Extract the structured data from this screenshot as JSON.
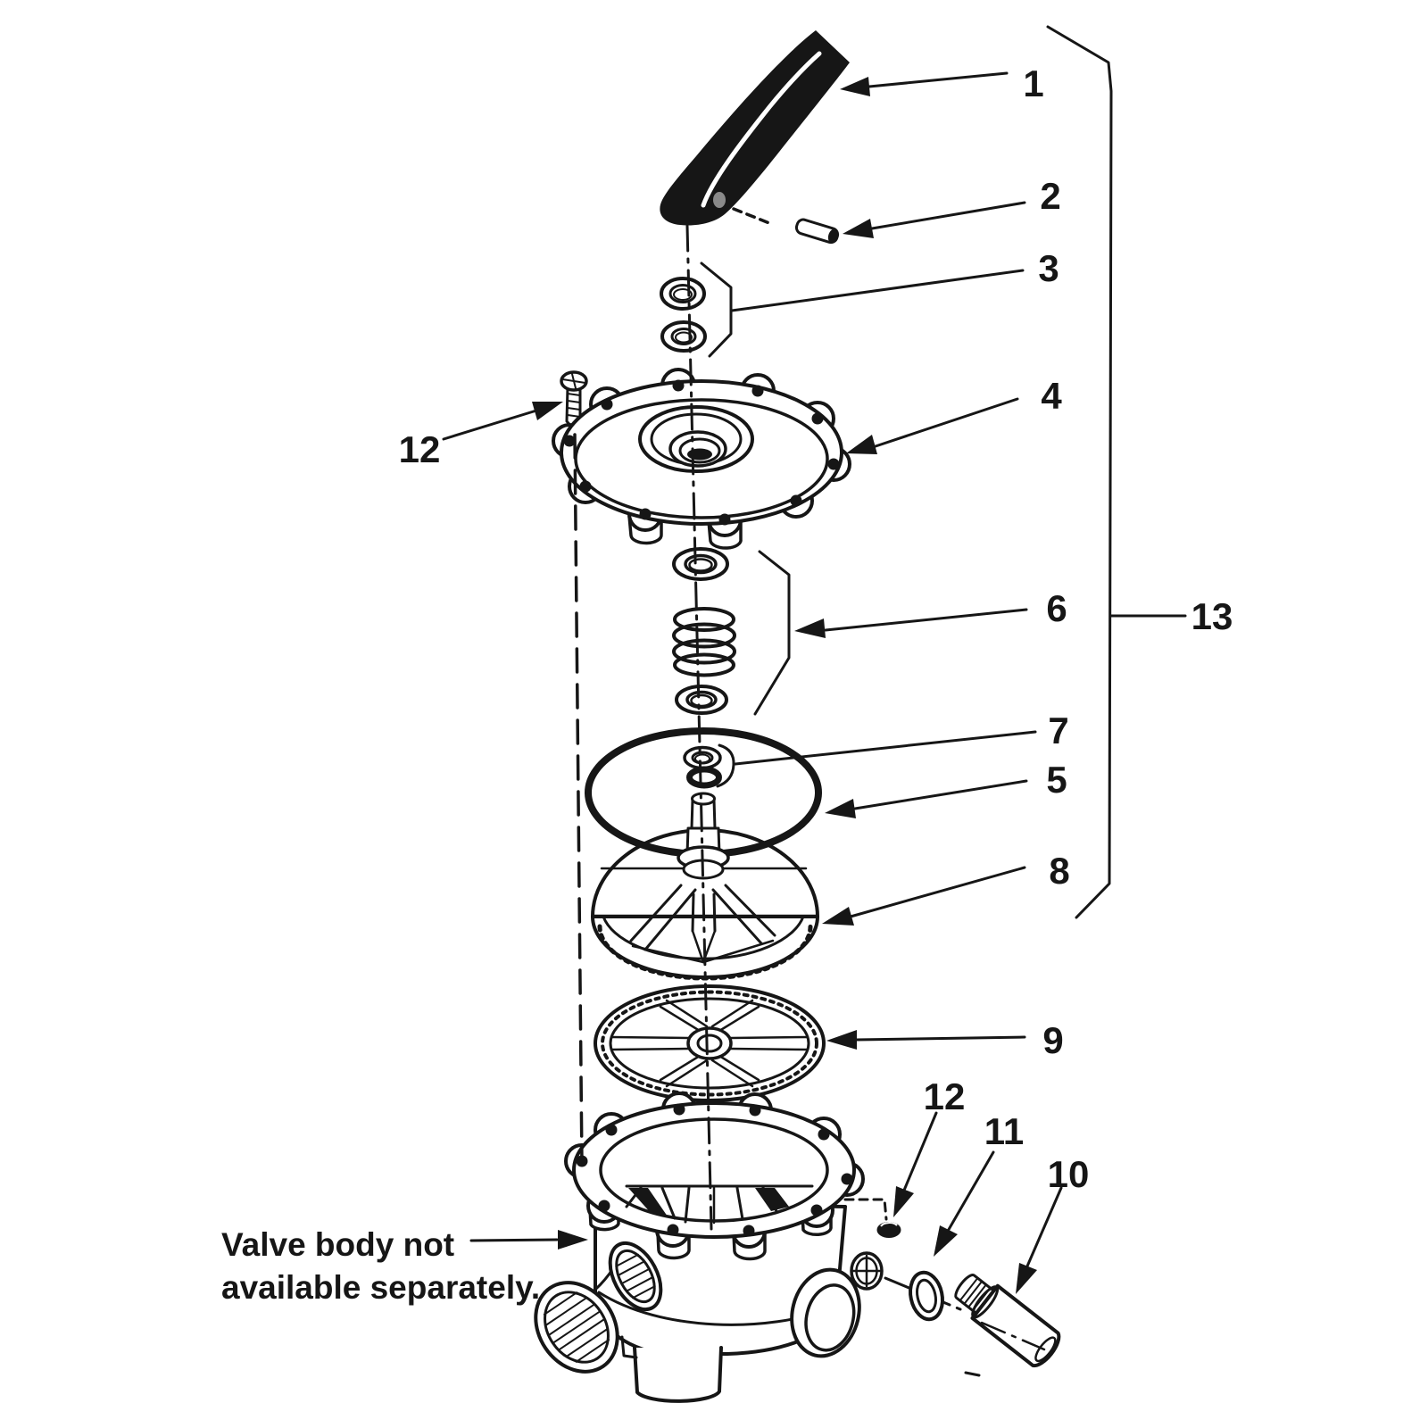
{
  "colors": {
    "ink": "#161616",
    "paper": "#ffffff"
  },
  "note": {
    "line1": "Valve body not",
    "line2": "available separately."
  },
  "callouts": {
    "n1": "1",
    "n2": "2",
    "n3": "3",
    "n4": "4",
    "n5": "5",
    "n6": "6",
    "n7": "7",
    "n8": "8",
    "n9": "9",
    "n10": "10",
    "n11": "11",
    "n12_top": "12",
    "n12_bottom": "12",
    "n13": "13"
  }
}
